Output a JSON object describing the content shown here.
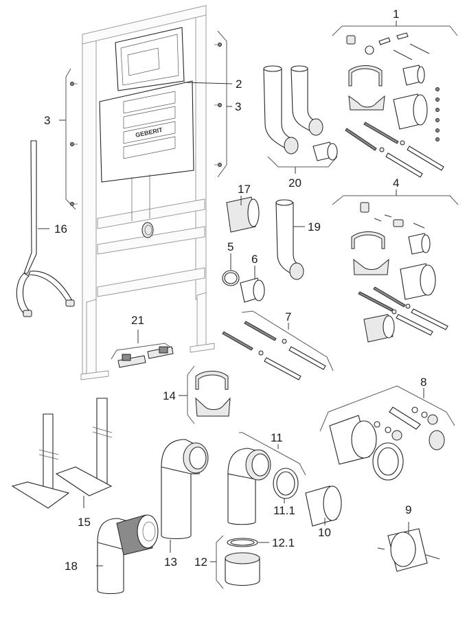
{
  "diagram": {
    "title": "Geberit installation frame – exploded parts view",
    "brand_text": "GEBERIT",
    "colors": {
      "line": "#222222",
      "background": "#ffffff",
      "shade": "#e9e9e9",
      "rod": "#8a8a8a"
    },
    "callouts": [
      {
        "id": "1",
        "label": "1",
        "part": "fixing set (anchors, screws, bracket, sleeves, rods)"
      },
      {
        "id": "2",
        "label": "2",
        "part": "cistern with cover"
      },
      {
        "id": "3a",
        "label": "3",
        "part": "frame fixing screws (left)"
      },
      {
        "id": "3b",
        "label": "3",
        "part": "frame fixing screws (right)"
      },
      {
        "id": "4",
        "label": "4",
        "part": "connection set with bracket"
      },
      {
        "id": "5",
        "label": "5",
        "part": "seal ring"
      },
      {
        "id": "6",
        "label": "6",
        "part": "sleeve"
      },
      {
        "id": "7",
        "label": "7",
        "part": "threaded rods with nuts and sleeves"
      },
      {
        "id": "8",
        "label": "8",
        "part": "connection pipe set with caps"
      },
      {
        "id": "9",
        "label": "9",
        "part": "protective cap"
      },
      {
        "id": "10",
        "label": "10",
        "part": "reducer"
      },
      {
        "id": "11",
        "label": "11",
        "part": "connection bend set"
      },
      {
        "id": "11.1",
        "label": "11.1",
        "part": "seal"
      },
      {
        "id": "12",
        "label": "12",
        "part": "connector set"
      },
      {
        "id": "12.1",
        "label": "12.1",
        "part": "seal ring"
      },
      {
        "id": "13",
        "label": "13",
        "part": "connection bend, long"
      },
      {
        "id": "14",
        "label": "14",
        "part": "pipe bracket"
      },
      {
        "id": "15",
        "label": "15",
        "part": "floor support legs"
      },
      {
        "id": "16",
        "label": "16",
        "part": "flush pipe"
      },
      {
        "id": "17",
        "label": "17",
        "part": "connector"
      },
      {
        "id": "18",
        "label": "18",
        "part": "connection bend with sleeve"
      },
      {
        "id": "19",
        "label": "19",
        "part": "connection bend"
      },
      {
        "id": "20",
        "label": "20",
        "part": "connection bends set"
      },
      {
        "id": "21",
        "label": "21",
        "part": "foot plates"
      }
    ]
  }
}
